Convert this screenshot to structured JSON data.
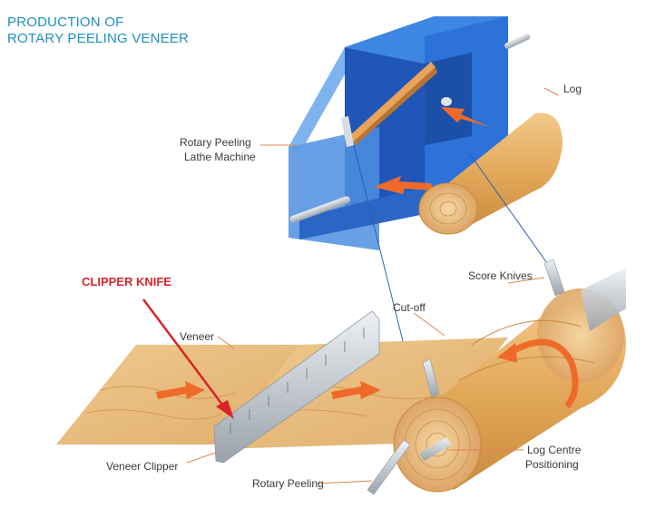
{
  "title": {
    "line1": "PRODUCTION OF",
    "line2": "ROTARY PEELING VENEER"
  },
  "labels": {
    "log": "Log",
    "lathe_line1": "Rotary Peeling",
    "lathe_line2": "Lathe Machine",
    "score_knives": "Score Knives",
    "clipper_knife": "CLIPPER KNIFE",
    "cut_off": "Cut-off",
    "veneer": "Veneer",
    "veneer_clipper": "Veneer Clipper",
    "rotary_peeling": "Rotary Peeling",
    "log_centre_line1": "Log Centre",
    "log_centre_line2": "Positioning"
  },
  "colors": {
    "title": "#1e8fc0",
    "machine_blue": "#2f6fd0",
    "wood": "#e6b06a",
    "arrow_orange": "#ef6a2a",
    "clipper_red": "#d9242b",
    "blade_grey": "#c4c9cf"
  }
}
